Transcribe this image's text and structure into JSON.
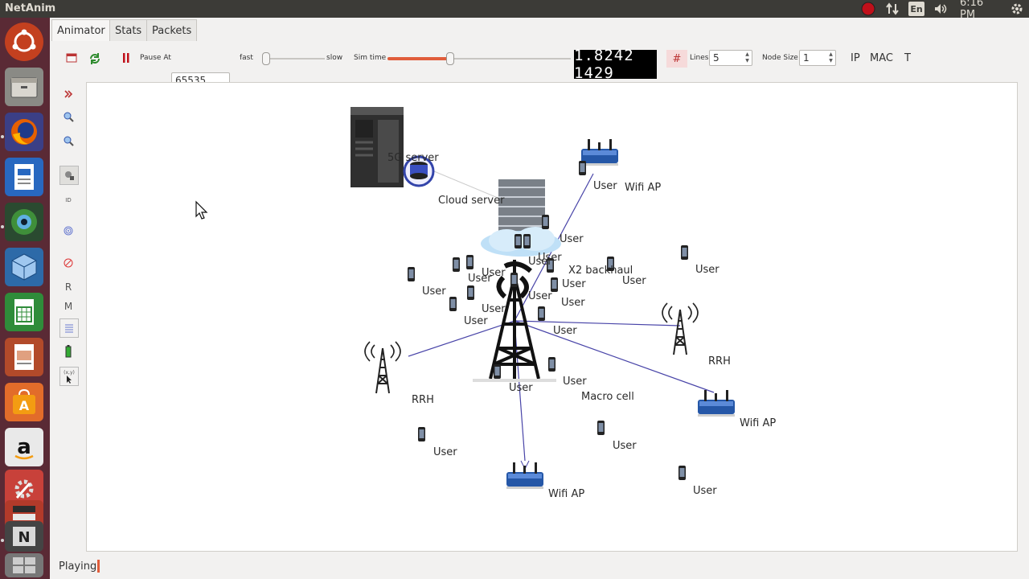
{
  "topbar": {
    "app_title": "NetAnim",
    "keyboard": "En",
    "clock": "6:16 PM"
  },
  "launcher": {
    "items": [
      "ubuntu-dash",
      "files",
      "firefox",
      "writer-doc",
      "shotwell",
      "virtualbox",
      "calc",
      "impress",
      "software-center",
      "amazon",
      "settings",
      "terminal-stack",
      "netanim",
      "workspace"
    ]
  },
  "tabs": [
    {
      "label": "Animator",
      "active": true
    },
    {
      "label": "Stats",
      "active": false
    },
    {
      "label": "Packets",
      "active": false
    }
  ],
  "toolbar": {
    "pause_at_label": "Pause At",
    "pause_at_value": "65535",
    "fast_label": "fast",
    "slow_label": "slow",
    "sim_time_label": "Sim time",
    "sim_time_value": "1.8242 1429",
    "sim_progress": 0.34,
    "speed_level": 0.0,
    "lines_label": "Lines",
    "lines_value": "5",
    "node_size_label": "Node Size",
    "node_size_value": "1",
    "ip_label": "IP",
    "mac_label": "MAC",
    "t_label": "T"
  },
  "left_tools": {
    "r_label": "R",
    "m_label": "M",
    "xy_label": "(x,y)"
  },
  "canvas": {
    "labels": {
      "server": "5G server",
      "cloud": "Cloud server",
      "x2": "X2 backhaul",
      "macro": "Macro cell",
      "rrh_right": "RRH",
      "rrh_left": "RRH",
      "wifi_top": "Wifi AP",
      "wifi_right": "Wifi AP",
      "wifi_bottom": "Wifi AP",
      "user": "User"
    }
  },
  "status": {
    "text": "Playing"
  }
}
